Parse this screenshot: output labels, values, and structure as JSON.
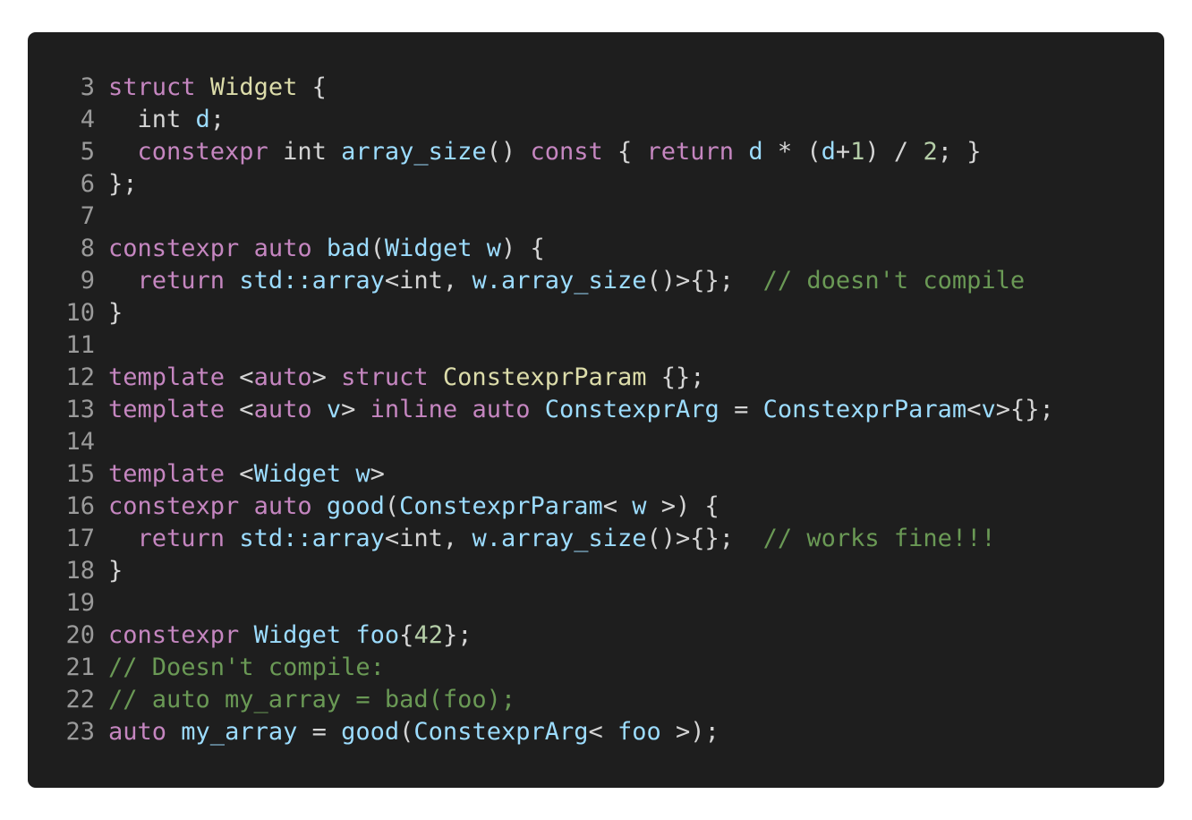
{
  "editor": {
    "colors": {
      "background": "#1e1e1e",
      "line_number": "#9a9a9a",
      "keyword": "#c586c0",
      "type": "#dcdcaa",
      "identifier": "#9cdcfe",
      "number": "#b5cea8",
      "comment": "#6a9955",
      "plain": "#d4d4d4"
    },
    "lines": [
      {
        "number": "3",
        "tokens": [
          {
            "t": "keyword",
            "v": "struct"
          },
          {
            "t": "plain",
            "v": " "
          },
          {
            "t": "type",
            "v": "Widget"
          },
          {
            "t": "plain",
            "v": " {"
          }
        ]
      },
      {
        "number": "4",
        "tokens": [
          {
            "t": "plain",
            "v": "  int "
          },
          {
            "t": "ident",
            "v": "d"
          },
          {
            "t": "plain",
            "v": ";"
          }
        ]
      },
      {
        "number": "5",
        "tokens": [
          {
            "t": "plain",
            "v": "  "
          },
          {
            "t": "keyword",
            "v": "constexpr"
          },
          {
            "t": "plain",
            "v": " int "
          },
          {
            "t": "ident",
            "v": "array_size"
          },
          {
            "t": "plain",
            "v": "() "
          },
          {
            "t": "keyword",
            "v": "const"
          },
          {
            "t": "plain",
            "v": " { "
          },
          {
            "t": "keyword",
            "v": "return"
          },
          {
            "t": "plain",
            "v": " "
          },
          {
            "t": "ident",
            "v": "d"
          },
          {
            "t": "plain",
            "v": " * ("
          },
          {
            "t": "ident",
            "v": "d"
          },
          {
            "t": "plain",
            "v": "+"
          },
          {
            "t": "number",
            "v": "1"
          },
          {
            "t": "plain",
            "v": ") / "
          },
          {
            "t": "number",
            "v": "2"
          },
          {
            "t": "plain",
            "v": "; }"
          }
        ]
      },
      {
        "number": "6",
        "tokens": [
          {
            "t": "plain",
            "v": "};"
          }
        ]
      },
      {
        "number": "7",
        "tokens": []
      },
      {
        "number": "8",
        "tokens": [
          {
            "t": "keyword",
            "v": "constexpr"
          },
          {
            "t": "plain",
            "v": " "
          },
          {
            "t": "keyword",
            "v": "auto"
          },
          {
            "t": "plain",
            "v": " "
          },
          {
            "t": "ident",
            "v": "bad"
          },
          {
            "t": "plain",
            "v": "("
          },
          {
            "t": "ident",
            "v": "Widget"
          },
          {
            "t": "plain",
            "v": " "
          },
          {
            "t": "ident",
            "v": "w"
          },
          {
            "t": "plain",
            "v": ") {"
          }
        ]
      },
      {
        "number": "9",
        "tokens": [
          {
            "t": "plain",
            "v": "  "
          },
          {
            "t": "keyword",
            "v": "return"
          },
          {
            "t": "plain",
            "v": " "
          },
          {
            "t": "ident",
            "v": "std::array"
          },
          {
            "t": "plain",
            "v": "<int, "
          },
          {
            "t": "ident",
            "v": "w.array_size"
          },
          {
            "t": "plain",
            "v": "()>{};  "
          },
          {
            "t": "comment",
            "v": "// doesn't compile"
          }
        ]
      },
      {
        "number": "10",
        "tokens": [
          {
            "t": "plain",
            "v": "}"
          }
        ]
      },
      {
        "number": "11",
        "tokens": []
      },
      {
        "number": "12",
        "tokens": [
          {
            "t": "keyword",
            "v": "template"
          },
          {
            "t": "plain",
            "v": " <"
          },
          {
            "t": "keyword",
            "v": "auto"
          },
          {
            "t": "plain",
            "v": "> "
          },
          {
            "t": "keyword",
            "v": "struct"
          },
          {
            "t": "plain",
            "v": " "
          },
          {
            "t": "type",
            "v": "ConstexprParam"
          },
          {
            "t": "plain",
            "v": " {};"
          }
        ]
      },
      {
        "number": "13",
        "tokens": [
          {
            "t": "keyword",
            "v": "template"
          },
          {
            "t": "plain",
            "v": " <"
          },
          {
            "t": "keyword",
            "v": "auto"
          },
          {
            "t": "plain",
            "v": " "
          },
          {
            "t": "ident",
            "v": "v"
          },
          {
            "t": "plain",
            "v": "> "
          },
          {
            "t": "keyword",
            "v": "inline"
          },
          {
            "t": "plain",
            "v": " "
          },
          {
            "t": "keyword",
            "v": "auto"
          },
          {
            "t": "plain",
            "v": " "
          },
          {
            "t": "ident",
            "v": "ConstexprArg"
          },
          {
            "t": "plain",
            "v": " = "
          },
          {
            "t": "ident",
            "v": "ConstexprParam"
          },
          {
            "t": "plain",
            "v": "<"
          },
          {
            "t": "ident",
            "v": "v"
          },
          {
            "t": "plain",
            "v": ">{};"
          }
        ]
      },
      {
        "number": "14",
        "tokens": []
      },
      {
        "number": "15",
        "tokens": [
          {
            "t": "keyword",
            "v": "template"
          },
          {
            "t": "plain",
            "v": " <"
          },
          {
            "t": "ident",
            "v": "Widget"
          },
          {
            "t": "plain",
            "v": " "
          },
          {
            "t": "ident",
            "v": "w"
          },
          {
            "t": "plain",
            "v": ">"
          }
        ]
      },
      {
        "number": "16",
        "tokens": [
          {
            "t": "keyword",
            "v": "constexpr"
          },
          {
            "t": "plain",
            "v": " "
          },
          {
            "t": "keyword",
            "v": "auto"
          },
          {
            "t": "plain",
            "v": " "
          },
          {
            "t": "ident",
            "v": "good"
          },
          {
            "t": "plain",
            "v": "("
          },
          {
            "t": "ident",
            "v": "ConstexprParam"
          },
          {
            "t": "plain",
            "v": "< "
          },
          {
            "t": "ident",
            "v": "w"
          },
          {
            "t": "plain",
            "v": " >) {"
          }
        ]
      },
      {
        "number": "17",
        "tokens": [
          {
            "t": "plain",
            "v": "  "
          },
          {
            "t": "keyword",
            "v": "return"
          },
          {
            "t": "plain",
            "v": " "
          },
          {
            "t": "ident",
            "v": "std::array"
          },
          {
            "t": "plain",
            "v": "<int, "
          },
          {
            "t": "ident",
            "v": "w.array_size"
          },
          {
            "t": "plain",
            "v": "()>{};  "
          },
          {
            "t": "comment",
            "v": "// works fine!!!"
          }
        ]
      },
      {
        "number": "18",
        "tokens": [
          {
            "t": "plain",
            "v": "}"
          }
        ]
      },
      {
        "number": "19",
        "tokens": []
      },
      {
        "number": "20",
        "tokens": [
          {
            "t": "keyword",
            "v": "constexpr"
          },
          {
            "t": "plain",
            "v": " "
          },
          {
            "t": "ident",
            "v": "Widget"
          },
          {
            "t": "plain",
            "v": " "
          },
          {
            "t": "ident",
            "v": "foo"
          },
          {
            "t": "plain",
            "v": "{"
          },
          {
            "t": "number",
            "v": "42"
          },
          {
            "t": "plain",
            "v": "};"
          }
        ]
      },
      {
        "number": "21",
        "tokens": [
          {
            "t": "comment",
            "v": "// Doesn't compile:"
          }
        ]
      },
      {
        "number": "22",
        "tokens": [
          {
            "t": "comment",
            "v": "// auto my_array = bad(foo);"
          }
        ]
      },
      {
        "number": "23",
        "tokens": [
          {
            "t": "keyword",
            "v": "auto"
          },
          {
            "t": "plain",
            "v": " "
          },
          {
            "t": "ident",
            "v": "my_array"
          },
          {
            "t": "plain",
            "v": " = "
          },
          {
            "t": "ident",
            "v": "good"
          },
          {
            "t": "plain",
            "v": "("
          },
          {
            "t": "ident",
            "v": "ConstexprArg"
          },
          {
            "t": "plain",
            "v": "< "
          },
          {
            "t": "ident",
            "v": "foo"
          },
          {
            "t": "plain",
            "v": " >);"
          }
        ]
      }
    ]
  }
}
